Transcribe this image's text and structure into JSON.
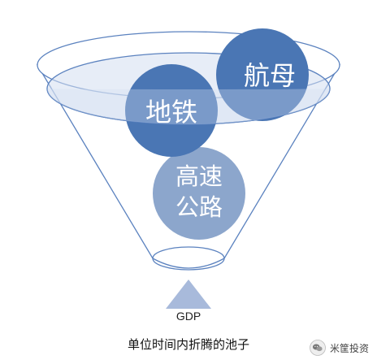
{
  "diagram": {
    "circles": [
      {
        "id": "hangmu",
        "lines": [
          "航母"
        ],
        "color": "#4a76b4"
      },
      {
        "id": "ditie",
        "lines": [
          "地铁"
        ],
        "color": "#4a76b4"
      },
      {
        "id": "gaosu",
        "lines": [
          "高速",
          "公路"
        ],
        "color": "#8ca6cc"
      }
    ],
    "base_label": "GDP",
    "caption": "单位时间内折腾的池子"
  },
  "colors": {
    "funnel_stroke": "#5b82bf",
    "funnel_fill": "#ffffff",
    "rim_fill": "#e6edf6",
    "triangle": "#a8badb"
  },
  "watermark": {
    "text": "米筐投资",
    "icon": "wechat-icon"
  }
}
